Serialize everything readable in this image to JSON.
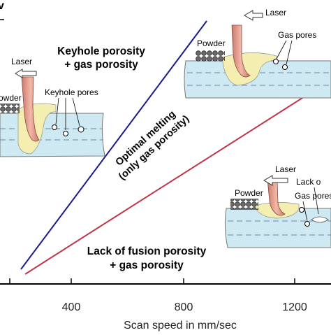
{
  "axis": {
    "y_label_fragment": "v",
    "x_label": "Scan speed in mm/sec",
    "x_ticks": [
      "400",
      "800",
      "1200"
    ]
  },
  "regions": {
    "keyhole": {
      "line1": "Keyhole porosity",
      "line2": "+ gas porosity"
    },
    "optimal": {
      "line1": "Optimal melting",
      "line2": "(only gas porosity)"
    },
    "lack_of_fusion": {
      "line1": "Lack of fusion porosity",
      "line2": "+ gas porosity"
    }
  },
  "insets": {
    "left": {
      "laser": "Laser",
      "powder": "owder",
      "pores": "Keyhole pores"
    },
    "top_right": {
      "laser": "Laser",
      "powder": "Powder",
      "pores": "Gas pores"
    },
    "bottom_right": {
      "laser": "Laser",
      "powder": "Powder",
      "pores": "Gas pores",
      "lack": "Lack o"
    }
  },
  "colors": {
    "blue_line": "#1a1a8c",
    "red_line": "#c0344a",
    "substrate": "#cfe9f2",
    "melt_pool": "#f4efb0",
    "laser_beam": "#e8a090",
    "powder": "#555555"
  }
}
